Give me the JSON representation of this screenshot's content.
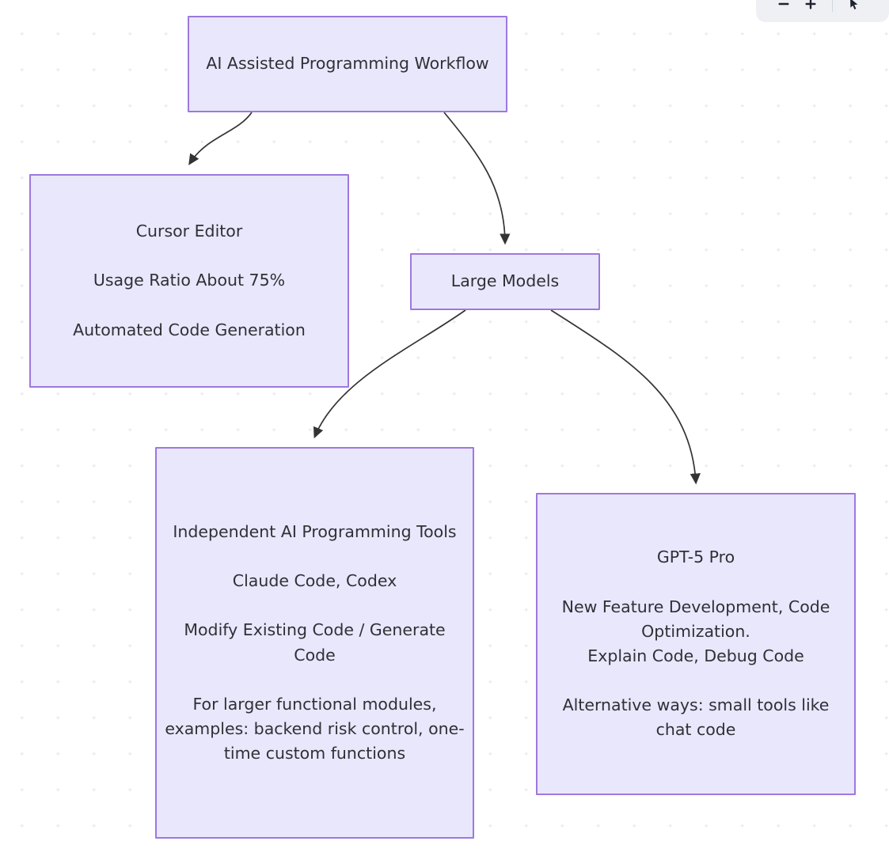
{
  "viewer": {
    "toolbar": {
      "zoom_out_label": "−",
      "zoom_in_label": "+",
      "pointer_label": "↖"
    },
    "background": {
      "color": "#ffffff",
      "dot_color": "#ececec"
    }
  },
  "diagram": {
    "type": "flowchart",
    "direction": "top-down",
    "theme": {
      "node_fill": "#e9e7fb",
      "node_border": "#9d78e0",
      "node_text": "#2f3037",
      "edge_color": "#333333"
    },
    "nodes": [
      {
        "id": "root",
        "name": "ai-assisted-programming-workflow",
        "lines": [
          "AI Assisted Programming Workflow"
        ]
      },
      {
        "id": "cursor",
        "name": "cursor-editor",
        "lines": [
          "Cursor Editor",
          "Usage Ratio About 75%",
          "Automated Code Generation"
        ]
      },
      {
        "id": "large",
        "name": "large-models",
        "lines": [
          "Large Models"
        ]
      },
      {
        "id": "tools",
        "name": "independent-ai-programming-tools",
        "lines": [
          "Independent AI Programming Tools",
          "Claude Code, Codex",
          "Modify Existing Code / Generate Code",
          "For larger functional modules, examples: backend risk control, one-time custom functions"
        ]
      },
      {
        "id": "gpt",
        "name": "gpt-5-pro",
        "lines": [
          "GPT-5 Pro",
          "New Feature Development, Code Optimization.\nExplain Code, Debug Code",
          "Alternative ways: small tools like chat code"
        ]
      }
    ],
    "edges": [
      {
        "from": "root",
        "to": "cursor"
      },
      {
        "from": "root",
        "to": "large"
      },
      {
        "from": "large",
        "to": "tools"
      },
      {
        "from": "large",
        "to": "gpt"
      }
    ]
  }
}
